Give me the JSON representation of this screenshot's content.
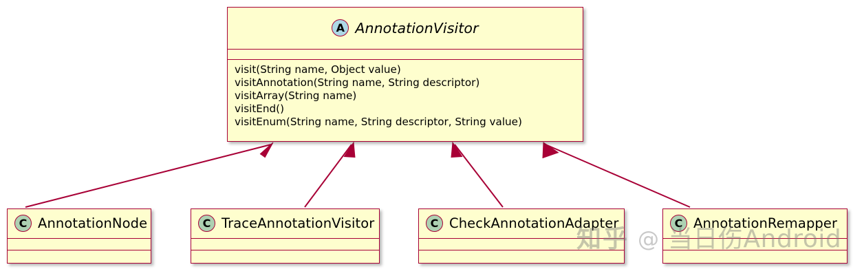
{
  "diagram": {
    "type": "uml-class-diagram",
    "background_color": "#FFFFFF",
    "box_fill_color": "#FEFECE",
    "box_border_color": "#A80036",
    "abstract_icon_color": "#ADD8E6",
    "class_icon_color": "#ADD1B2",
    "arrow_color": "#A80036"
  },
  "parent": {
    "name": "AnnotationVisitor",
    "stereotype": "A",
    "stereotype_meaning": "abstract-class",
    "attributes": [],
    "methods": [
      "visit(String name, Object value)",
      "visitAnnotation(String name, String descriptor)",
      "visitArray(String name)",
      "visitEnd()",
      "visitEnum(String name, String descriptor, String value)"
    ]
  },
  "subclasses": [
    {
      "name": "AnnotationNode",
      "stereotype": "C",
      "stereotype_meaning": "class"
    },
    {
      "name": "TraceAnnotationVisitor",
      "stereotype": "C",
      "stereotype_meaning": "class"
    },
    {
      "name": "CheckAnnotationAdapter",
      "stereotype": "C",
      "stereotype_meaning": "class"
    },
    {
      "name": "AnnotationRemapper",
      "stereotype": "C",
      "stereotype_meaning": "class"
    }
  ],
  "relationships": [
    {
      "from": "AnnotationNode",
      "to": "AnnotationVisitor",
      "kind": "generalization"
    },
    {
      "from": "TraceAnnotationVisitor",
      "to": "AnnotationVisitor",
      "kind": "generalization"
    },
    {
      "from": "CheckAnnotationAdapter",
      "to": "AnnotationVisitor",
      "kind": "generalization"
    },
    {
      "from": "AnnotationRemapper",
      "to": "AnnotationVisitor",
      "kind": "generalization"
    }
  ],
  "watermark": {
    "logo": "知乎",
    "at": "@",
    "username": "当日伤Android"
  }
}
